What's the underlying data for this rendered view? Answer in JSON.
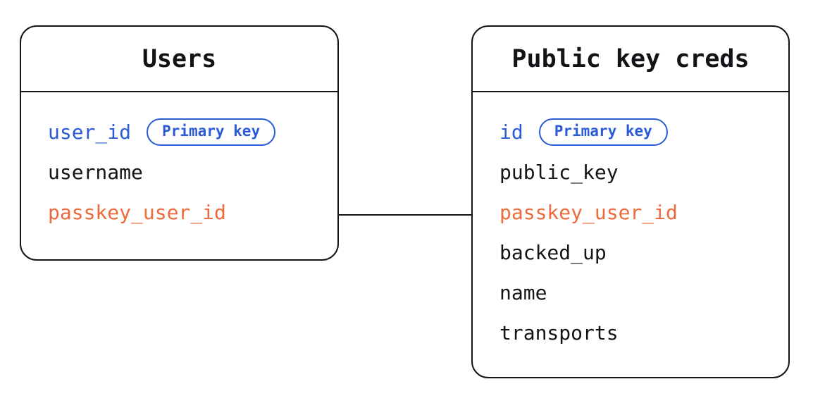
{
  "diagram": {
    "type": "entity-relationship",
    "tables": [
      {
        "id": "users",
        "title": "Users",
        "fields": [
          {
            "name": "user_id",
            "color": "blue",
            "badge": "Primary key"
          },
          {
            "name": "username",
            "color": "black",
            "badge": null
          },
          {
            "name": "passkey_user_id",
            "color": "orange",
            "badge": null
          }
        ]
      },
      {
        "id": "creds",
        "title": "Public key creds",
        "fields": [
          {
            "name": "id",
            "color": "blue",
            "badge": "Primary key"
          },
          {
            "name": "public_key",
            "color": "black",
            "badge": null
          },
          {
            "name": "passkey_user_id",
            "color": "orange",
            "badge": null
          },
          {
            "name": "backed_up",
            "color": "black",
            "badge": null
          },
          {
            "name": "name",
            "color": "black",
            "badge": null
          },
          {
            "name": "transports",
            "color": "black",
            "badge": null
          }
        ]
      }
    ],
    "relationship": {
      "from_table": "Users",
      "from_field": "passkey_user_id",
      "to_table": "Public key creds",
      "to_field": "passkey_user_id"
    },
    "colors": {
      "primary_key_blue": "#2a5bd7",
      "linked_field_orange": "#ec6a3b",
      "line_and_text": "#121418",
      "background": "#ffffff"
    }
  }
}
